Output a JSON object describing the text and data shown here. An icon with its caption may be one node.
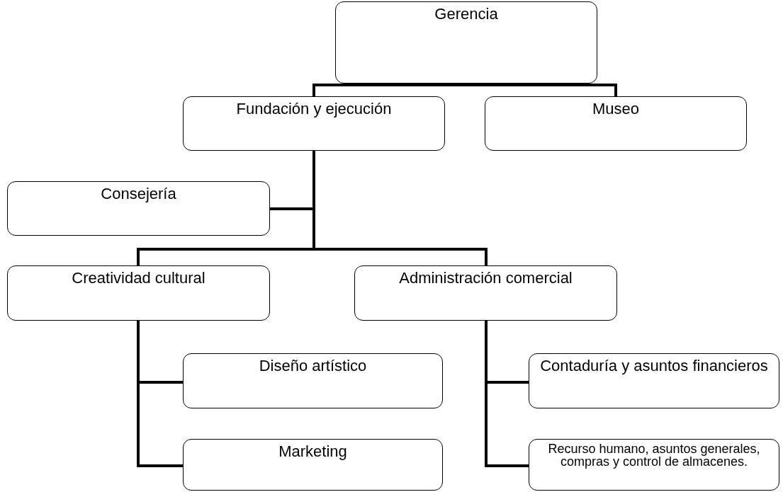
{
  "diagram": {
    "nodes": [
      {
        "text": [
          "Gerencia"
        ]
      },
      {
        "text": [
          "Fundación y ejecución"
        ]
      },
      {
        "text": [
          "Museo"
        ]
      },
      {
        "text": [
          "Consejería"
        ]
      },
      {
        "text": [
          "Creatividad cultural"
        ]
      },
      {
        "text": [
          "Administración comercial"
        ]
      },
      {
        "text": [
          "Diseño artístico"
        ]
      },
      {
        "text": [
          "Marketing"
        ]
      },
      {
        "text": [
          "Contaduría y asuntos financieros"
        ]
      },
      {
        "text": [
          "Recurso humano, asuntos generales, compras y control de almacenes."
        ]
      }
    ],
    "edges": [
      {
        "from": 0,
        "to": 1,
        "arrow": "none"
      },
      {
        "from": 0,
        "to": 2,
        "arrow": "none"
      },
      {
        "from": 1,
        "to": 3,
        "arrow": "none"
      },
      {
        "from": 1,
        "to": 4,
        "arrow": "none"
      },
      {
        "from": 1,
        "to": 5,
        "arrow": "none"
      },
      {
        "from": 4,
        "to": 6,
        "arrow": "none"
      },
      {
        "from": 4,
        "to": 7,
        "arrow": "none"
      },
      {
        "from": 5,
        "to": 8,
        "arrow": "none"
      },
      {
        "from": 5,
        "to": 9,
        "arrow": "none"
      }
    ]
  }
}
